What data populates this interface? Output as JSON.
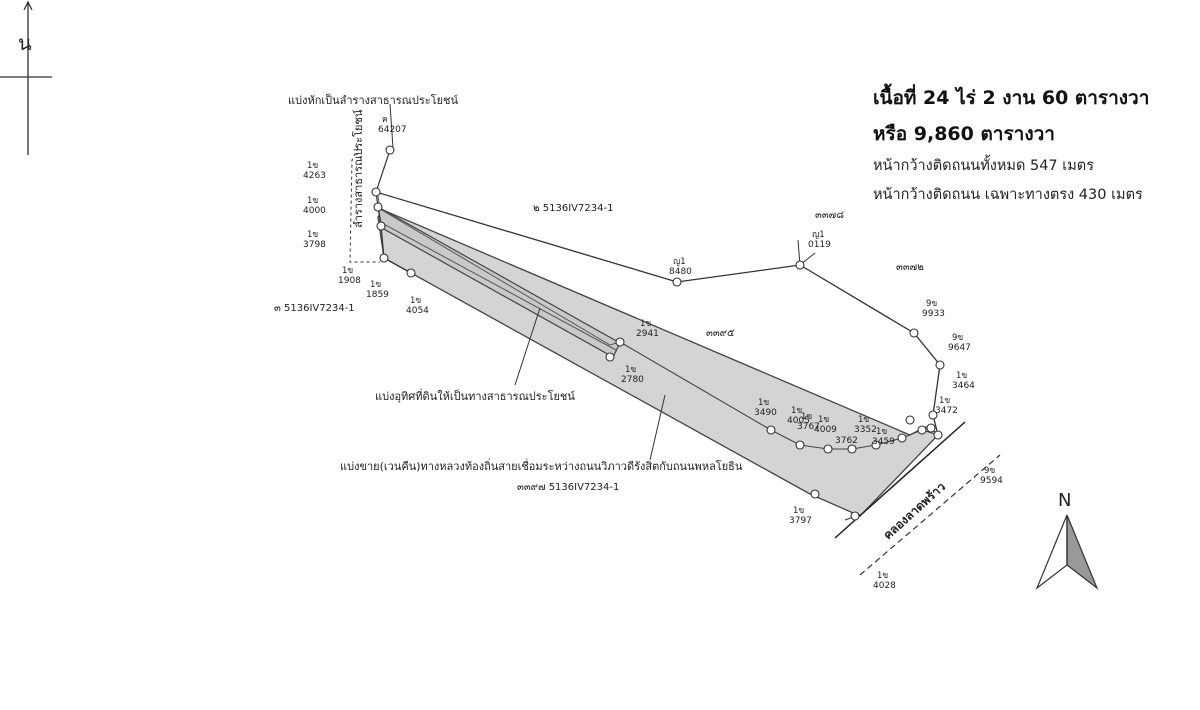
{
  "info": {
    "area_line": "เนื้อที่  24 ไร่ 2 งาน 60 ตารางวา",
    "area_alt_line": "หรือ 9,860 ตารางวา",
    "frontage_total": "หน้ากว้างติดถนนทั้งหมด 547 เมตร",
    "frontage_straight": "หน้ากว้างติดถนน เฉพาะทางตรง 430 เมตร"
  },
  "north_marks": {
    "left_label": "น",
    "right_label": "N"
  },
  "annotations": {
    "public_easement": "แบ่งหักเป็นลำรางสาธารณประโยชน์",
    "public_canal": "ลำรางสาธารณประโยชน์",
    "dedicated_road": "แบ่งอุทิศที่ดินให้เป็นทางสาธารณประโยชน์",
    "road_expansion": "แบ่งขาย(เวนคืน)ทางหลวงท้องถิ่นสายเชื่อมระหว่างถนนวิภาวดีรังสิตกับถนนพหลโยธิน",
    "khlong": "คลองลาดพร้าว"
  },
  "parcels": {
    "main": "๓๓๙๕",
    "north_ref": "๒ 5136IV7234-1",
    "west_ref": "๓ 5136IV7234-1",
    "south_ref": "๓๓๙๗ 5136IV7234-1",
    "ne1": "๓๓๗๘",
    "ne2": "๓๓๗๒"
  },
  "peg_labels": [
    {
      "id": "peg-64207",
      "prefix": "ค",
      "num": "64207"
    },
    {
      "id": "peg-4263",
      "prefix": "1ข",
      "num": "4263"
    },
    {
      "id": "peg-4000",
      "prefix": "1ข",
      "num": "4000"
    },
    {
      "id": "peg-3798",
      "prefix": "1ข",
      "num": "3798"
    },
    {
      "id": "peg-1908",
      "prefix": "1ข",
      "num": "1908"
    },
    {
      "id": "peg-1859",
      "prefix": "1ข",
      "num": "1859"
    },
    {
      "id": "peg-4054",
      "prefix": "1ข",
      "num": "4054"
    },
    {
      "id": "peg-8480",
      "prefix": "ญ1",
      "num": "8480"
    },
    {
      "id": "peg-0119",
      "prefix": "ญ1",
      "num": "0119"
    },
    {
      "id": "peg-9933",
      "prefix": "9ข",
      "num": "9933"
    },
    {
      "id": "peg-9647",
      "prefix": "9ข",
      "num": "9647"
    },
    {
      "id": "peg-3464",
      "prefix": "1ข",
      "num": "3464"
    },
    {
      "id": "peg-3472",
      "prefix": "1ข",
      "num": "3472"
    },
    {
      "id": "peg-2941",
      "prefix": "1ข",
      "num": "2941"
    },
    {
      "id": "peg-2780",
      "prefix": "1ข",
      "num": "2780"
    },
    {
      "id": "peg-3490",
      "prefix": "1ข",
      "num": "3490"
    },
    {
      "id": "peg-4005",
      "prefix": "1ข",
      "num": "4005"
    },
    {
      "id": "peg-3767",
      "prefix": "1ข",
      "num": "3767"
    },
    {
      "id": "peg-4009",
      "prefix": "1ข",
      "num": "4009"
    },
    {
      "id": "peg-3762",
      "prefix": "",
      "num": "3762"
    },
    {
      "id": "peg-3352",
      "prefix": "1ข",
      "num": "3352"
    },
    {
      "id": "peg-3459",
      "prefix": "1ข",
      "num": "3459"
    },
    {
      "id": "peg-9594",
      "prefix": "9ข",
      "num": "9594"
    },
    {
      "id": "peg-3797",
      "prefix": "1ข",
      "num": "3797"
    },
    {
      "id": "peg-4028",
      "prefix": "1ข",
      "num": "4028"
    }
  ]
}
